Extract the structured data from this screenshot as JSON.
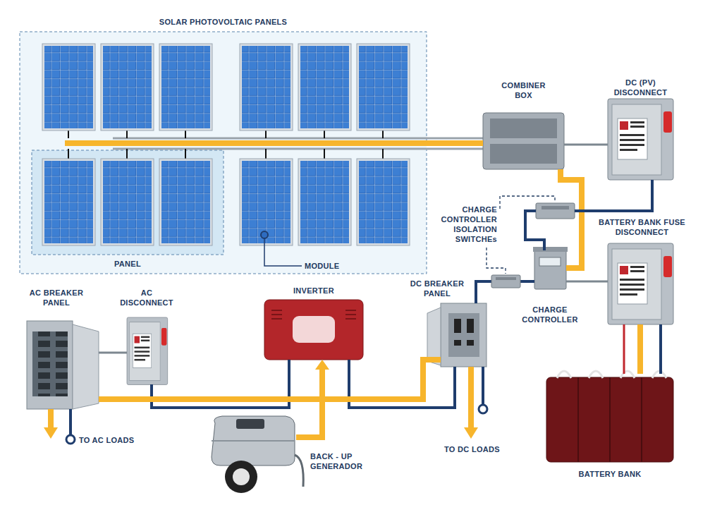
{
  "diagram": {
    "nodes": [
      {
        "text": [
          "SOLAR PHOTOVOLTAIC PANELS"
        ]
      },
      {
        "text": [
          "PANEL"
        ],
        "in": 0
      },
      {
        "text": [
          "COMBINER BOX"
        ]
      },
      {
        "text": [
          "DC (PV) DISCONNECT"
        ]
      },
      {
        "text": [
          "CHARGE CONTROLLER ISOLATION SWITCHEs"
        ]
      },
      {
        "text": [
          "BATTERY BANK FUSE DISCONNECT"
        ]
      },
      {
        "text": [
          "CHARGE CONTROLLER"
        ]
      },
      {
        "text": [
          "AC BREAKER PANEL"
        ]
      },
      {
        "text": [
          "AC DISCONNECT"
        ]
      },
      {
        "text": [
          "INVERTER"
        ]
      },
      {
        "text": [
          "DC BREAKER PANEL"
        ]
      },
      {
        "text": [
          "BACK - UP GENERADOR"
        ]
      },
      {
        "text": [
          "BATTERY BANK"
        ]
      }
    ],
    "edges": [
      {
        "from": 0,
        "to": 2,
        "arrow": "none"
      },
      {
        "from": 2,
        "to": 3,
        "arrow": "none"
      },
      {
        "from": 2,
        "to": 6,
        "arrow": "none"
      },
      {
        "from": 3,
        "to": 4,
        "arrow": "none"
      },
      {
        "from": 4,
        "to": 6,
        "arrow": "none"
      },
      {
        "from": 6,
        "to": 5,
        "arrow": "none"
      },
      {
        "from": 6,
        "to": 10,
        "arrow": "none"
      },
      {
        "from": 5,
        "to": 12,
        "arrow": "none"
      },
      {
        "from": 8,
        "to": 7,
        "arrow": "none"
      },
      {
        "from": 9,
        "to": 8,
        "arrow": "none"
      },
      {
        "from": 10,
        "to": 9,
        "arrow": "none"
      },
      {
        "from": 11,
        "to": 9,
        "arrow": "to"
      },
      {
        "from": 10,
        "to": 7,
        "arrow": "none"
      }
    ],
    "labels": [
      "MODULE",
      "TO AC LOADS",
      "TO DC LOADS"
    ]
  }
}
